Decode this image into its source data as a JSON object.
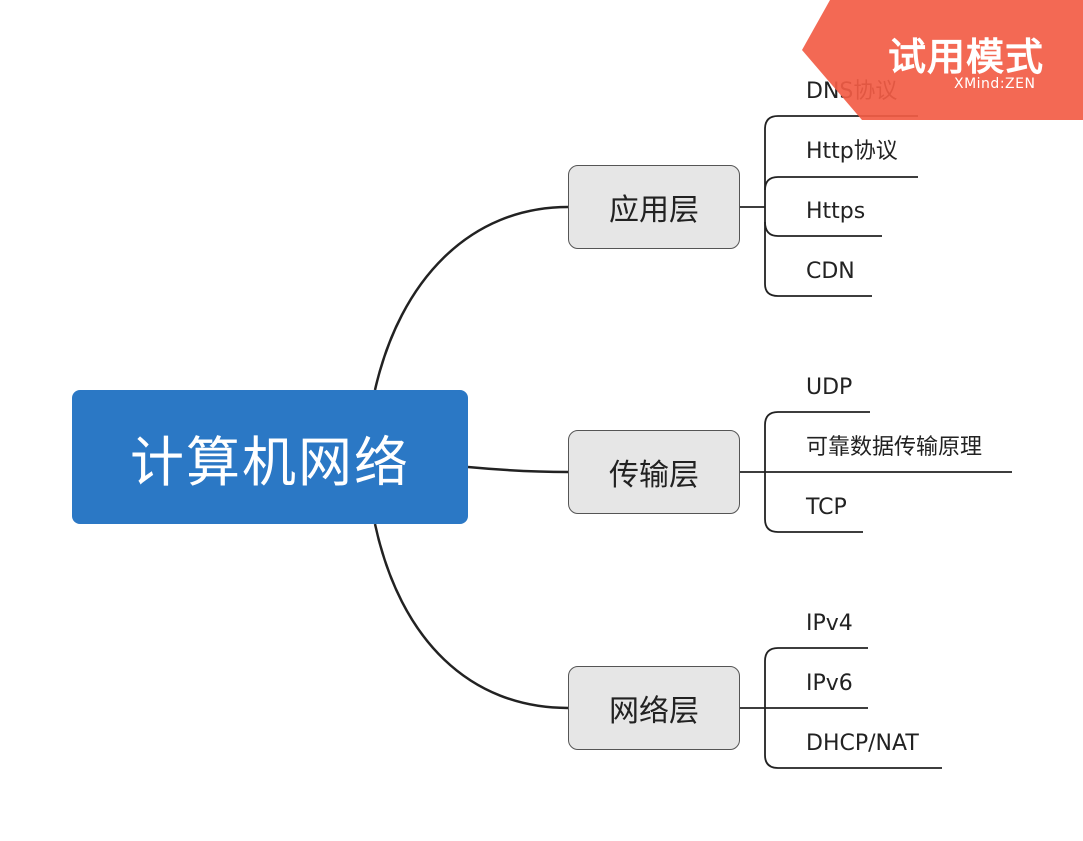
{
  "root": {
    "label": "计算机网络"
  },
  "branches": [
    {
      "label": "应用层",
      "leaves": [
        "DNS协议",
        "Http协议",
        "Https",
        "CDN"
      ]
    },
    {
      "label": "传输层",
      "leaves": [
        "UDP",
        "可靠数据传输原理",
        "TCP"
      ]
    },
    {
      "label": "网络层",
      "leaves": [
        "IPv4",
        "IPv6",
        "DHCP/NAT"
      ]
    }
  ],
  "watermark": {
    "title": "试用模式",
    "subtitle": "XMind:ZEN"
  },
  "colors": {
    "root": "#2b78c5",
    "topic": "#e6e6e6",
    "line": "#222222",
    "badge": "#f25c45"
  }
}
